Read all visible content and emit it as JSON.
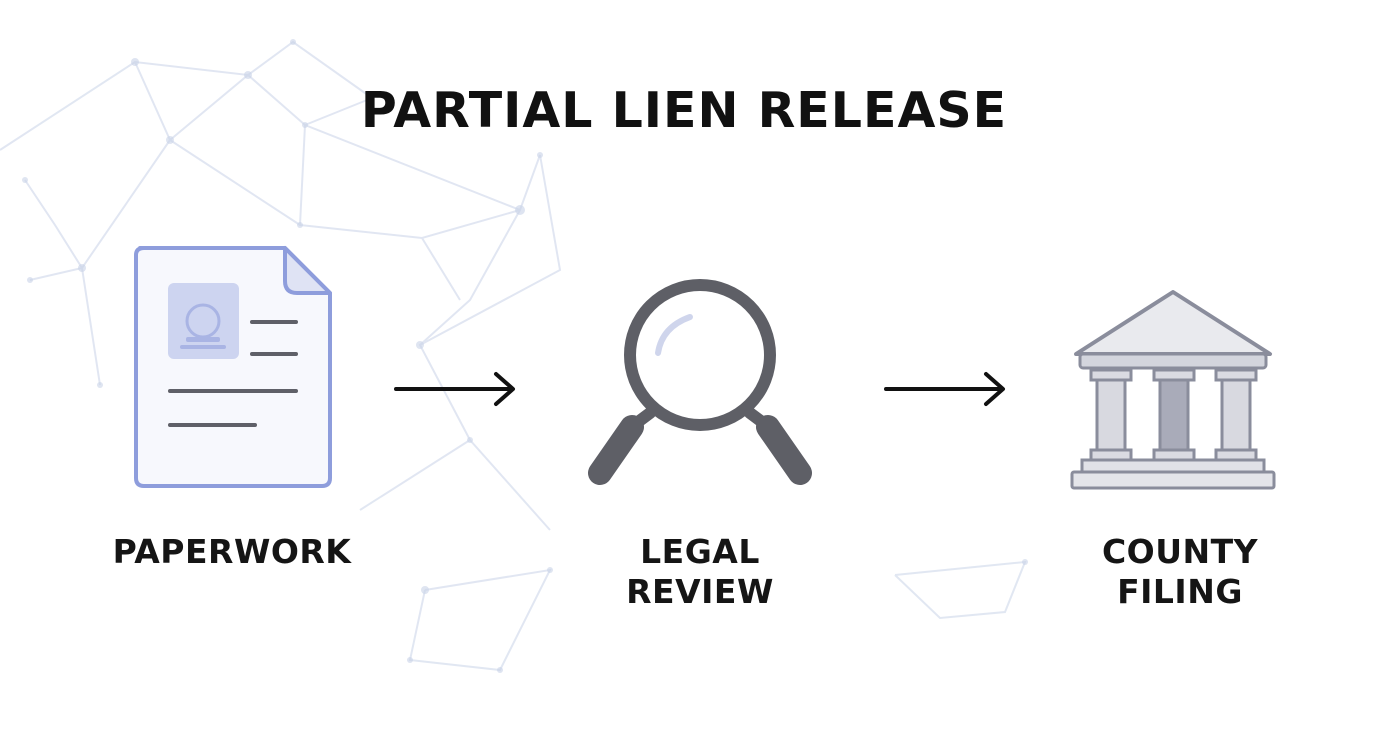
{
  "title": "PARTIAL LIEN RELEASE",
  "steps": [
    {
      "label_lines": [
        "PAPERWORK"
      ],
      "icon": "document-icon"
    },
    {
      "label_lines": [
        "LEGAL",
        "REVIEW"
      ],
      "icon": "magnifier-icon"
    },
    {
      "label_lines": [
        "COUNTY",
        "FILING"
      ],
      "icon": "courthouse-icon"
    }
  ],
  "arrows": [
    "right-arrow-icon",
    "right-arrow-icon"
  ],
  "colors": {
    "text": "#111111",
    "document_outline": "#8e9ddc",
    "document_fill": "#f7f8fd",
    "document_lines": "#5f6068",
    "magnifier": "#5e5f66",
    "building_fill": "#d8d9e0",
    "building_outline": "#8a8d9c",
    "network": "#c9d3e8"
  }
}
